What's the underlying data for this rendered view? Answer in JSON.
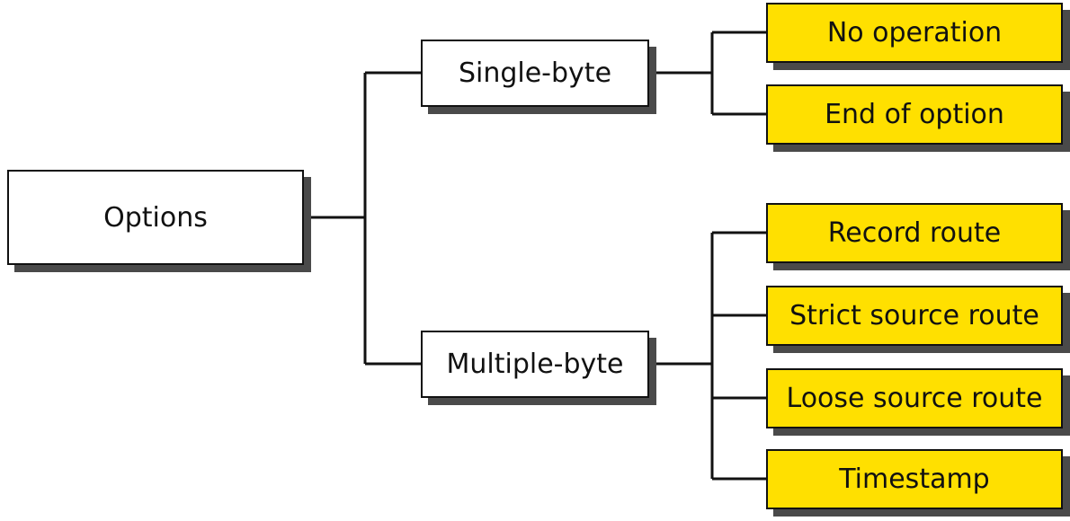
{
  "diagram": {
    "root": {
      "label": "Options"
    },
    "branches": [
      {
        "label": "Single-byte",
        "children": [
          "No operation",
          "End of option"
        ]
      },
      {
        "label": "Multiple-byte",
        "children": [
          "Record route",
          "Strict source route",
          "Loose source route",
          "Timestamp"
        ]
      }
    ],
    "colors": {
      "leaf_fill": "#ffe000",
      "box_fill": "#ffffff",
      "stroke": "#111111",
      "shadow": "#4a4a4a"
    }
  }
}
